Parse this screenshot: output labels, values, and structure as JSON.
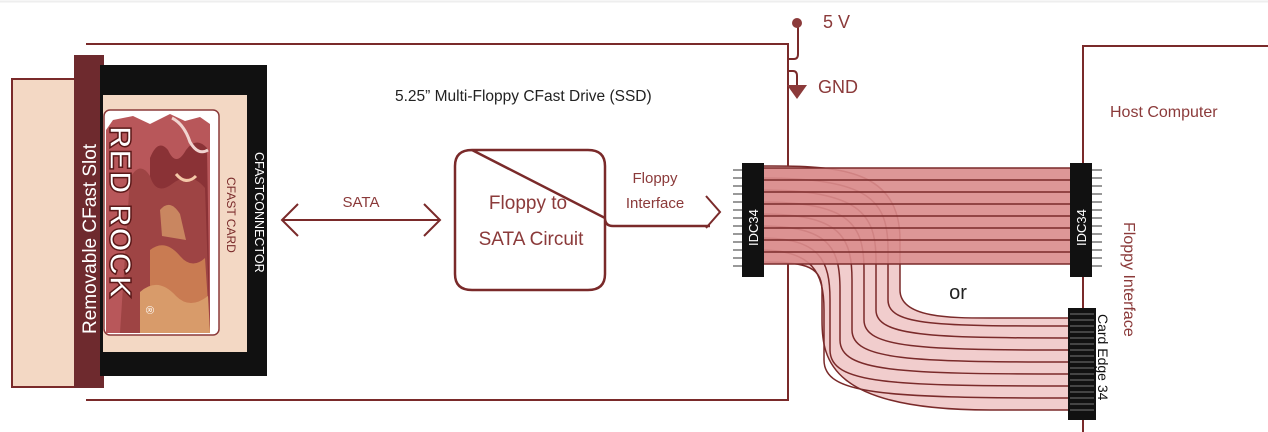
{
  "colors": {
    "line": "#7a2a2a",
    "text_accent": "#8b3a3a",
    "slot": "#6e2a2e",
    "cable_fill": "#d98c8c",
    "cable_fill_light": "#f1cdcd",
    "connector": "#111111",
    "card_beige": "#f3d8c4"
  },
  "labels": {
    "power_5v": "5 V",
    "ground": "GND",
    "drive_title": "5.25” Multi-Floppy CFast Drive (SSD)",
    "host_computer": "Host Computer",
    "slot": "Removable CFast Slot",
    "card_brand": "RED ROCK",
    "card_registered": "®",
    "cfast_card": "CFAST CARD",
    "cfast_connector": "CFASTCONNECTOR",
    "sata": "SATA",
    "circuit_line1": "Floppy to",
    "circuit_line2": "SATA Circuit",
    "floppy_interface_line1": "Floppy",
    "floppy_interface_line2": "Interface",
    "idc34_drive": "IDC34",
    "idc34_host": "IDC34",
    "or": "or",
    "host_floppy_interface": "Floppy Interface",
    "card_edge": "Card Edge 34"
  },
  "icons": [
    "power-terminal-icon",
    "ground-arrow-icon",
    "bidirectional-arrow-icon",
    "right-arrow-icon"
  ]
}
